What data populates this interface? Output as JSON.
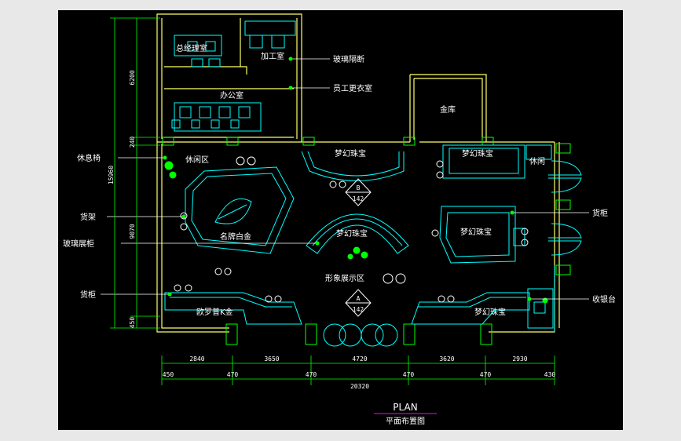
{
  "colors": {
    "wall": "#ffff66",
    "furniture": "#00ffff",
    "accent": "#00ff00",
    "text": "#ffffff",
    "title_rule": "#ff00ff",
    "background": "#000000",
    "frame": "#e8e8e8"
  },
  "rooms": {
    "general_manager": "总经理室",
    "processing": "加工室",
    "office": "办公室",
    "vault": "金库",
    "lounge_left": "休闲区",
    "lounge_right": "休闲",
    "dream_top_center": "梦幻珠宝",
    "dream_top_right": "梦幻珠宝",
    "dream_right": "梦幻珠宝",
    "dream_center": "梦幻珠宝",
    "dream_bottom_right": "梦幻珠宝",
    "brand_platinum": "名牌白金",
    "euro_k_gold": "欧罗普K金",
    "image_display": "形象展示区"
  },
  "callouts": {
    "glass_partition": "玻璃隔断",
    "staff_locker": "员工更衣室",
    "cashier": "收银台",
    "goods_cabinet_right": "货柜",
    "rest_bench": "休息椅",
    "goods_shelf": "货架",
    "glass_display": "玻璃展柜",
    "goods_cabinet_left": "货柜"
  },
  "section_markers": {
    "b_letter": "B",
    "b_number": "142",
    "a_letter": "A",
    "a_number": "142"
  },
  "dimensions": {
    "vertical": {
      "d1": "6200",
      "d2": "240",
      "d3": "15960",
      "d4": "9070",
      "d5": "450"
    },
    "horizontal_top": [
      "2840",
      "3650",
      "4720",
      "3620",
      "2930"
    ],
    "horizontal_mid": [
      "450",
      "470",
      "470",
      "470",
      "470",
      "430"
    ],
    "horizontal_total": "20320"
  },
  "title": {
    "english": "PLAN",
    "chinese": "平面布置图"
  }
}
